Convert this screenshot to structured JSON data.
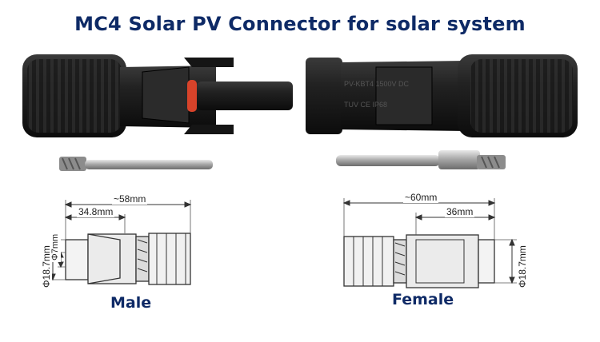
{
  "title": "MC4 Solar PV Connector for solar system",
  "male": {
    "caption": "Male",
    "dimensions": {
      "overall_length": "~58mm",
      "partial_length": "34.8mm",
      "diameter": "Φ18.7mm",
      "pin_diameter": "Φ7mm"
    }
  },
  "female": {
    "caption": "Female",
    "dimensions": {
      "overall_length": "~60mm",
      "partial_length": "36mm",
      "diameter": "Φ18.7mm"
    }
  },
  "colors": {
    "title": "#0e2a66",
    "connector_body": "#1d1d1d",
    "seal_ring": "#d8432a",
    "metal_pin": "#b9b9b9"
  }
}
